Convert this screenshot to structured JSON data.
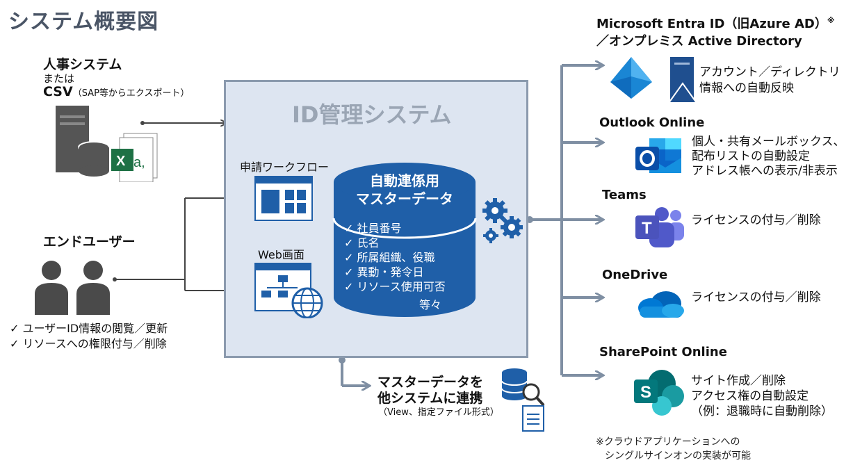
{
  "title": "システム概要図",
  "hr": {
    "line1": "人事システム",
    "line2": "または",
    "line3_main": "CSV",
    "line3_sub": "（SAP等からエクスポート）"
  },
  "enduser": {
    "label": "エンドユーザー",
    "checks": [
      "✓ ユーザーID情報の閲覧／更新",
      "✓ リソースへの権限付与／削除"
    ]
  },
  "idsys": {
    "title": "ID管理システム",
    "workflow_label": "申請ワークフロー",
    "web_label": "Web画面",
    "master_title1": "自動連係用",
    "master_title2": "マスターデータ",
    "master_items": [
      "✓ 社員番号",
      "✓ 氏名",
      "✓ 所属組織、役職",
      "✓ 異動・発令日",
      "✓ リソース使用可否"
    ],
    "master_etc": "等々"
  },
  "export": {
    "line1": "マスターデータを",
    "line2": "他システムに連携",
    "sub": "（View、指定ファイル形式）"
  },
  "targets": {
    "entra": {
      "title1": "Microsoft Entra ID（旧Azure AD）",
      "mark": "※",
      "title2": "／オンプレミス Active Directory",
      "desc": [
        "アカウント／ディレクトリ",
        "情報への自動反映"
      ]
    },
    "outlook": {
      "title": "Outlook Online",
      "desc": [
        "個人・共有メールボックス、",
        "配布リストの自動設定",
        "アドレス帳への表示/非表示"
      ]
    },
    "teams": {
      "title": "Teams",
      "desc": [
        "ライセンスの付与／削除"
      ]
    },
    "onedrive": {
      "title": "OneDrive",
      "desc": [
        "ライセンスの付与／削除"
      ]
    },
    "sharepoint": {
      "title": "SharePoint Online",
      "desc": [
        "サイト作成／削除",
        "アクセス権の自動設定",
        "（例：退職時に自動削除）"
      ]
    }
  },
  "footnote": [
    "※クラウドアプリケーションへの",
    "シングルサインオンの実装が可能"
  ],
  "colors": {
    "accent": "#1f5fa8",
    "box_bg": "#dde5f1",
    "arrow": "#7f8fa3",
    "dark": "#4a4a4a"
  }
}
